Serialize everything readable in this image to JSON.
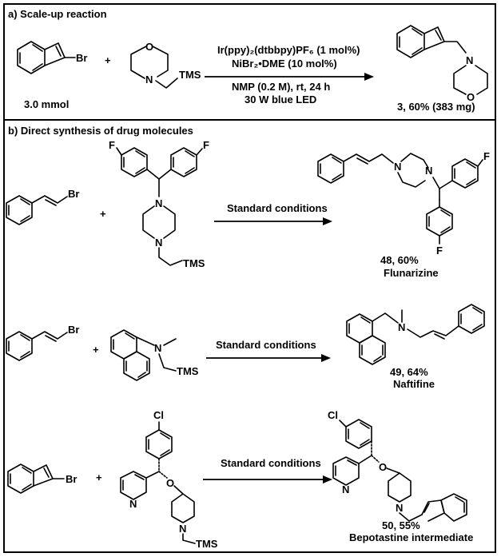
{
  "section_a": {
    "header": "a) Scale-up reaction",
    "reactant1_amount": "3.0 mmol",
    "reactant1_atom": "Br",
    "reagent_atoms": {
      "O": "O",
      "N": "N",
      "TMS": "TMS"
    },
    "conditions": [
      "Ir(ppy)₂(dtbbpy)PF₆ (1 mol%)",
      "NiBr₂•DME (10 mol%)",
      "NMP (0.2 M), rt, 24 h",
      "30 W blue LED"
    ],
    "product_label": "3, 60% (383 mg)",
    "product_atoms": {
      "N": "N",
      "O": "O"
    }
  },
  "section_b": {
    "header": "b) Direct synthesis of drug molecules",
    "plus": "+",
    "reactions": [
      {
        "condition": "Standard conditions",
        "yield": "48, 60%",
        "name": "Flunarizine"
      },
      {
        "condition": "Standard conditions",
        "yield": "49, 64%",
        "name": "Naftifine"
      },
      {
        "condition": "Standard conditions",
        "yield": "50, 55%",
        "name": "Bepotastine intermediate"
      }
    ],
    "atoms": {
      "Br": "Br",
      "F": "F",
      "N": "N",
      "TMS": "TMS",
      "Cl": "Cl",
      "O": "O"
    }
  }
}
